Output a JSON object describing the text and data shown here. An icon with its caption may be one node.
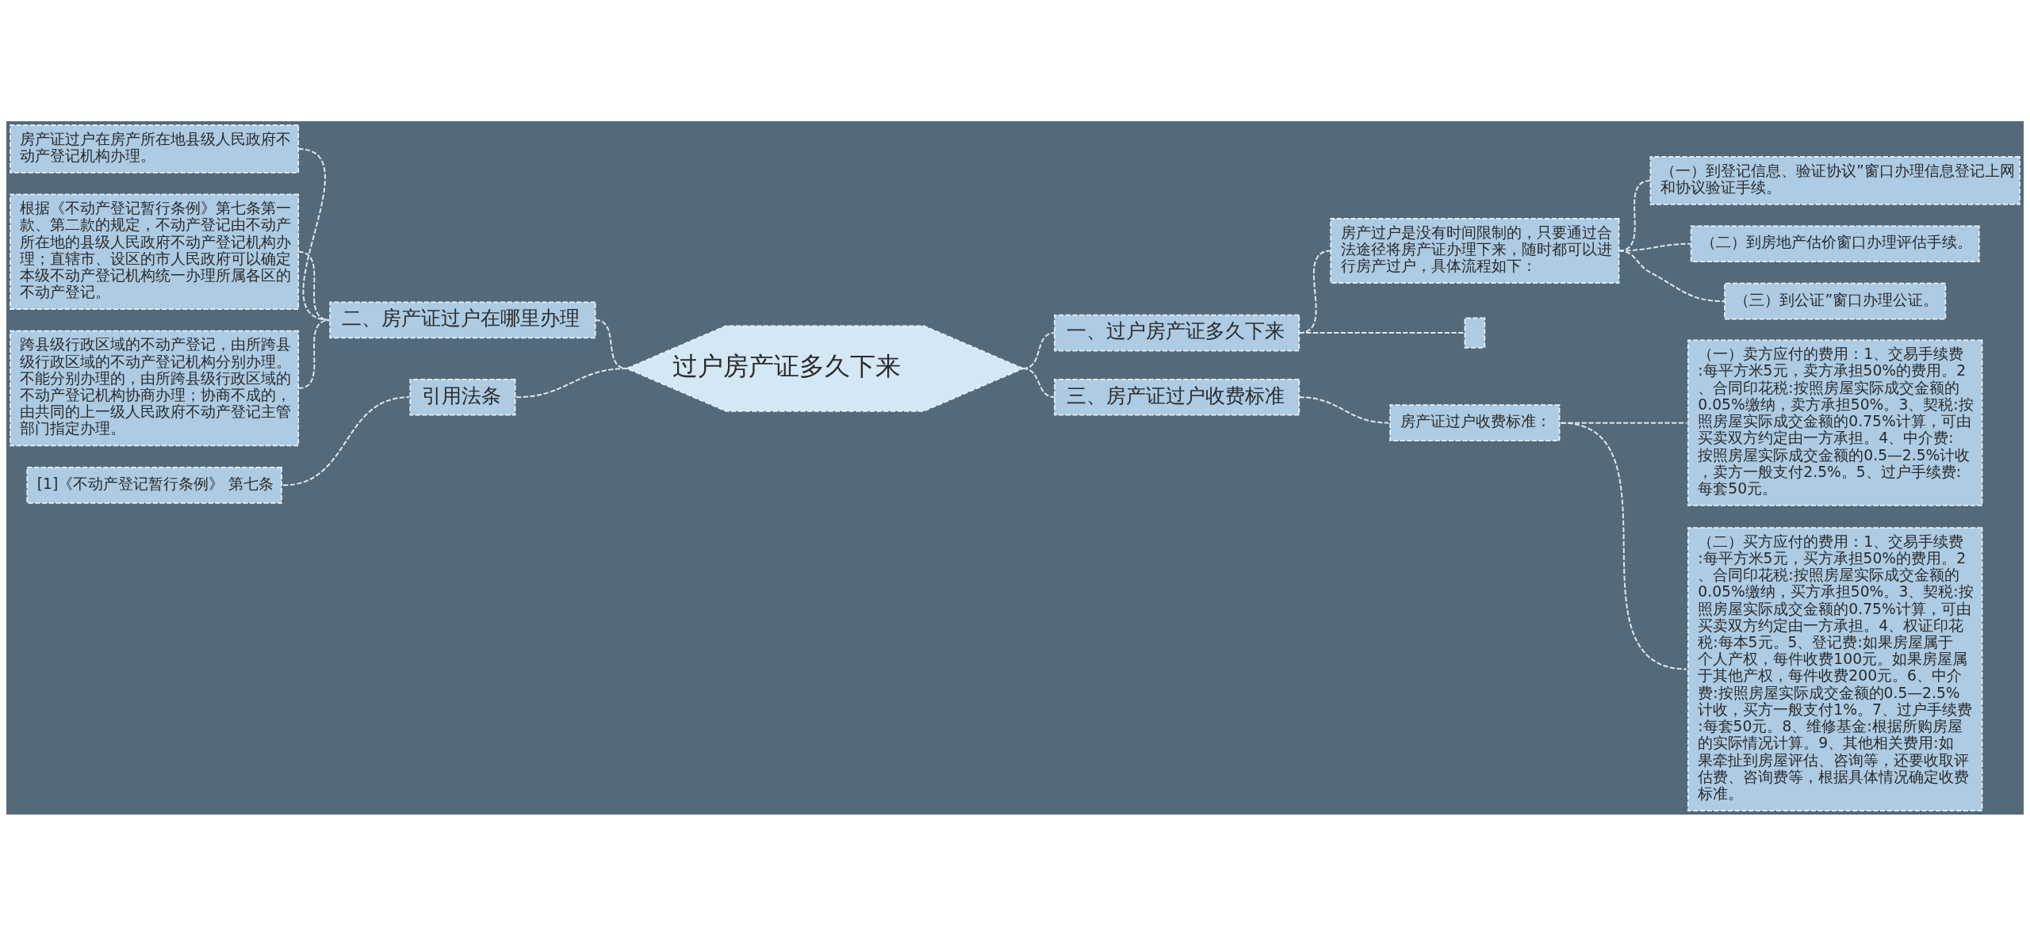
{
  "diagram": {
    "nodes": [
      {
        "text": [
          "过户房产证多久下来"
        ]
      },
      {
        "text": [
          "一、过户房产证多久下来"
        ]
      },
      {
        "text": [
          "房产过户是没有时间限制的，只要通过合法途径将房产证办理下来，随时都可以进行房产过户，具体流程如下："
        ]
      },
      {
        "text": [
          "（一）到登记信息、验证协议”窗口办理信息登记上网和协议验证手续。"
        ]
      },
      {
        "text": [
          "（二）到房地产估价窗口办理评估手续。"
        ]
      },
      {
        "text": [
          "（三）到公证”窗口办理公证。"
        ]
      },
      {
        "text": [],
        "shape": "box"
      },
      {
        "text": [
          "三、房产证过户收费标准"
        ]
      },
      {
        "text": [
          "房产证过户收费标准："
        ]
      },
      {
        "text": [
          "（一）卖方应付的费用：1、交易手续费:每平方米5元，卖方承担50%的费用。2、合同印花税:按照房屋实际成交金额的0.05%缴纳，卖方承担50%。3、契税:按照房屋实际成交金额的0.75%计算，可由买卖双方约定由一方承担。4、中介费:按照房屋实际成交金额的0.5—2.5%计收，卖方一般支付2.5%。5、过户手续费:每套50元。"
        ]
      },
      {
        "text": [
          "（二）买方应付的费用：1、交易手续费:每平方米5元，买方承担50%的费用。2、合同印花税:按照房屋实际成交金额的0.05%缴纳，买方承担50%。3、契税:按照房屋实际成交金额的0.75%计算，可由买卖双方约定由一方承担。4、权证印花税:每本5元。5、登记费:如果房屋属于个人产权，每件收费100元。如果房屋属于其他产权，每件收费200元。6、中介费:按照房屋实际成交金额的0.5—2.5%计收，买方一般支付1%。7、过户手续费:每套50元。8、维修基金:根据所购房屋的实际情况计算。9、其他相关费用:如果牵扯到房屋评估、咨询等，还要收取评估费、咨询费等，根据具体情况确定收费标准。"
        ]
      },
      {
        "text": [
          "二、房产证过户在哪里办理"
        ]
      },
      {
        "text": [
          "房产证过户在房产所在地县级人民政府不动产登记机构办理。"
        ]
      },
      {
        "text": [
          "根据《不动产登记暂行条例》第七条第一款、第二款的规定，不动产登记由不动产所在地的县级人民政府不动产登记机构办理；直辖市、设区的市人民政府可以确定本级不动产登记机构统一办理所属各区的不动产登记。"
        ]
      },
      {
        "text": [
          "跨县级行政区域的不动产登记，由所跨县级行政区域的不动产登记机构分别办理。不能分别办理的，由所跨县级行政区域的不动产登记机构协商办理；协商不成的，由共同的上一级人民政府不动产登记主管部门指定办理。"
        ]
      },
      {
        "text": [
          "引用法条"
        ]
      },
      {
        "text": [
          "[1]《不动产登记暂行条例》 第七条"
        ]
      }
    ],
    "edges": [
      {
        "from": 0,
        "to": 1,
        "arrow": "none",
        "style": "dashed"
      },
      {
        "from": 1,
        "to": 2,
        "arrow": "none",
        "style": "dashed"
      },
      {
        "from": 2,
        "to": 3,
        "arrow": "none",
        "style": "dashed"
      },
      {
        "from": 2,
        "to": 4,
        "arrow": "none",
        "style": "dashed"
      },
      {
        "from": 2,
        "to": 5,
        "arrow": "none",
        "style": "dashed"
      },
      {
        "from": 1,
        "to": 6,
        "arrow": "none",
        "style": "dashed"
      },
      {
        "from": 0,
        "to": 7,
        "arrow": "none",
        "style": "dashed"
      },
      {
        "from": 7,
        "to": 8,
        "arrow": "none",
        "style": "dashed"
      },
      {
        "from": 8,
        "to": 9,
        "arrow": "none",
        "style": "dashed"
      },
      {
        "from": 8,
        "to": 10,
        "arrow": "none",
        "style": "dashed"
      },
      {
        "from": 11,
        "to": 0,
        "arrow": "none",
        "style": "dashed"
      },
      {
        "from": 12,
        "to": 11,
        "arrow": "none",
        "style": "dashed"
      },
      {
        "from": 13,
        "to": 11,
        "arrow": "none",
        "style": "dashed"
      },
      {
        "from": 14,
        "to": 11,
        "arrow": "none",
        "style": "dashed"
      },
      {
        "from": 15,
        "to": 0,
        "arrow": "none",
        "style": "dashed"
      },
      {
        "from": 16,
        "to": 15,
        "arrow": "none",
        "style": "dashed"
      }
    ]
  }
}
